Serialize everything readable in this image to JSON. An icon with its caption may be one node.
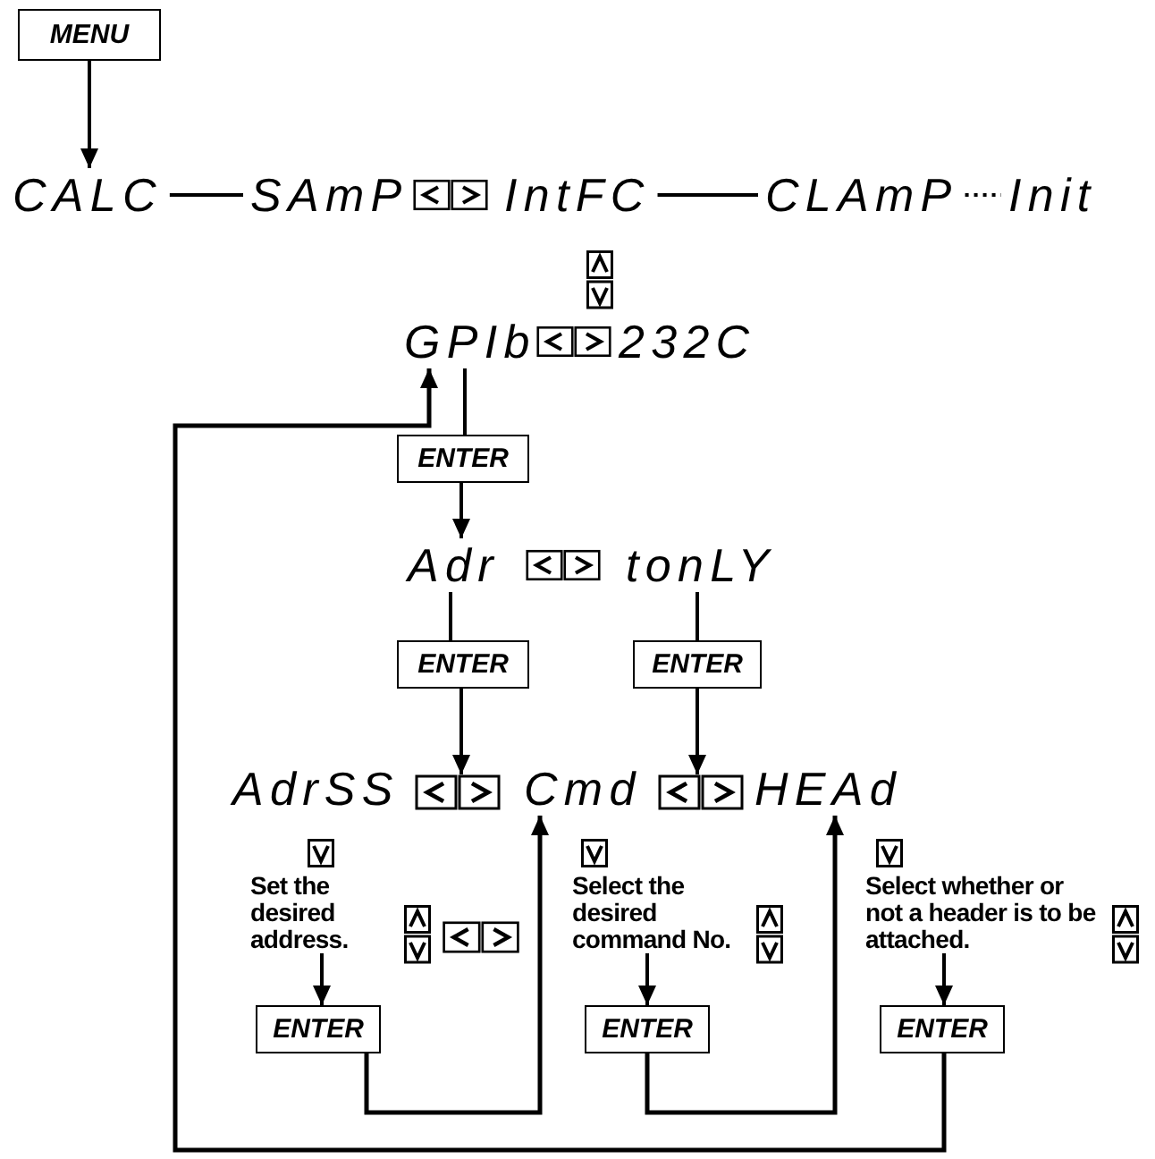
{
  "diagram": {
    "nodes": [
      {
        "text": [
          "MENU"
        ]
      },
      {
        "text": [
          "CALC"
        ]
      },
      {
        "text": [
          "SAmP"
        ]
      },
      {
        "text": [
          "IntFC"
        ]
      },
      {
        "text": [
          "CLAmP"
        ]
      },
      {
        "text": [
          "Init"
        ]
      },
      {
        "text": [
          "GPIb"
        ]
      },
      {
        "text": [
          "232C"
        ]
      },
      {
        "text": [
          "ENTER"
        ]
      },
      {
        "text": [
          "Adr"
        ]
      },
      {
        "text": [
          "tonLY"
        ]
      },
      {
        "text": [
          "ENTER"
        ]
      },
      {
        "text": [
          "ENTER"
        ]
      },
      {
        "text": [
          "AdrSS"
        ]
      },
      {
        "text": [],
        "shape": "box"
      },
      {
        "text": [
          "Cmd"
        ]
      },
      {
        "text": [],
        "shape": "box"
      },
      {
        "text": [
          "HEAd"
        ]
      },
      {
        "text": [
          "Set the desired address."
        ]
      },
      {
        "text": [
          "ENTER"
        ]
      },
      {
        "text": [
          "Select the desired command No."
        ]
      },
      {
        "text": [
          "ENTER"
        ]
      },
      {
        "text": [
          "Select whether or not a header is to be attached."
        ]
      },
      {
        "text": [
          "ENTER"
        ]
      }
    ],
    "edges": [
      {
        "from": 0,
        "to": 1,
        "arrow": "to"
      },
      {
        "from": 1,
        "to": 2,
        "arrow": "none"
      },
      {
        "from": 3,
        "to": 4,
        "arrow": "none"
      },
      {
        "from": 4,
        "to": 5,
        "arrow": "none",
        "style": "dashed"
      },
      {
        "from": 6,
        "to": 8,
        "arrow": "none"
      },
      {
        "from": 8,
        "to": 9,
        "arrow": "to"
      },
      {
        "from": 9,
        "to": 11,
        "arrow": "none"
      },
      {
        "from": 10,
        "to": 12,
        "arrow": "none"
      },
      {
        "from": 11,
        "to": 14,
        "arrow": "to"
      },
      {
        "from": 12,
        "to": 16,
        "arrow": "to"
      },
      {
        "from": 18,
        "to": 19,
        "arrow": "to"
      },
      {
        "from": 20,
        "to": 21,
        "arrow": "to"
      },
      {
        "from": 22,
        "to": 23,
        "arrow": "to"
      },
      {
        "from": 19,
        "to": 15,
        "arrow": "to"
      },
      {
        "from": 21,
        "to": 17,
        "arrow": "to"
      },
      {
        "from": 23,
        "to": 6,
        "arrow": "to"
      }
    ]
  }
}
